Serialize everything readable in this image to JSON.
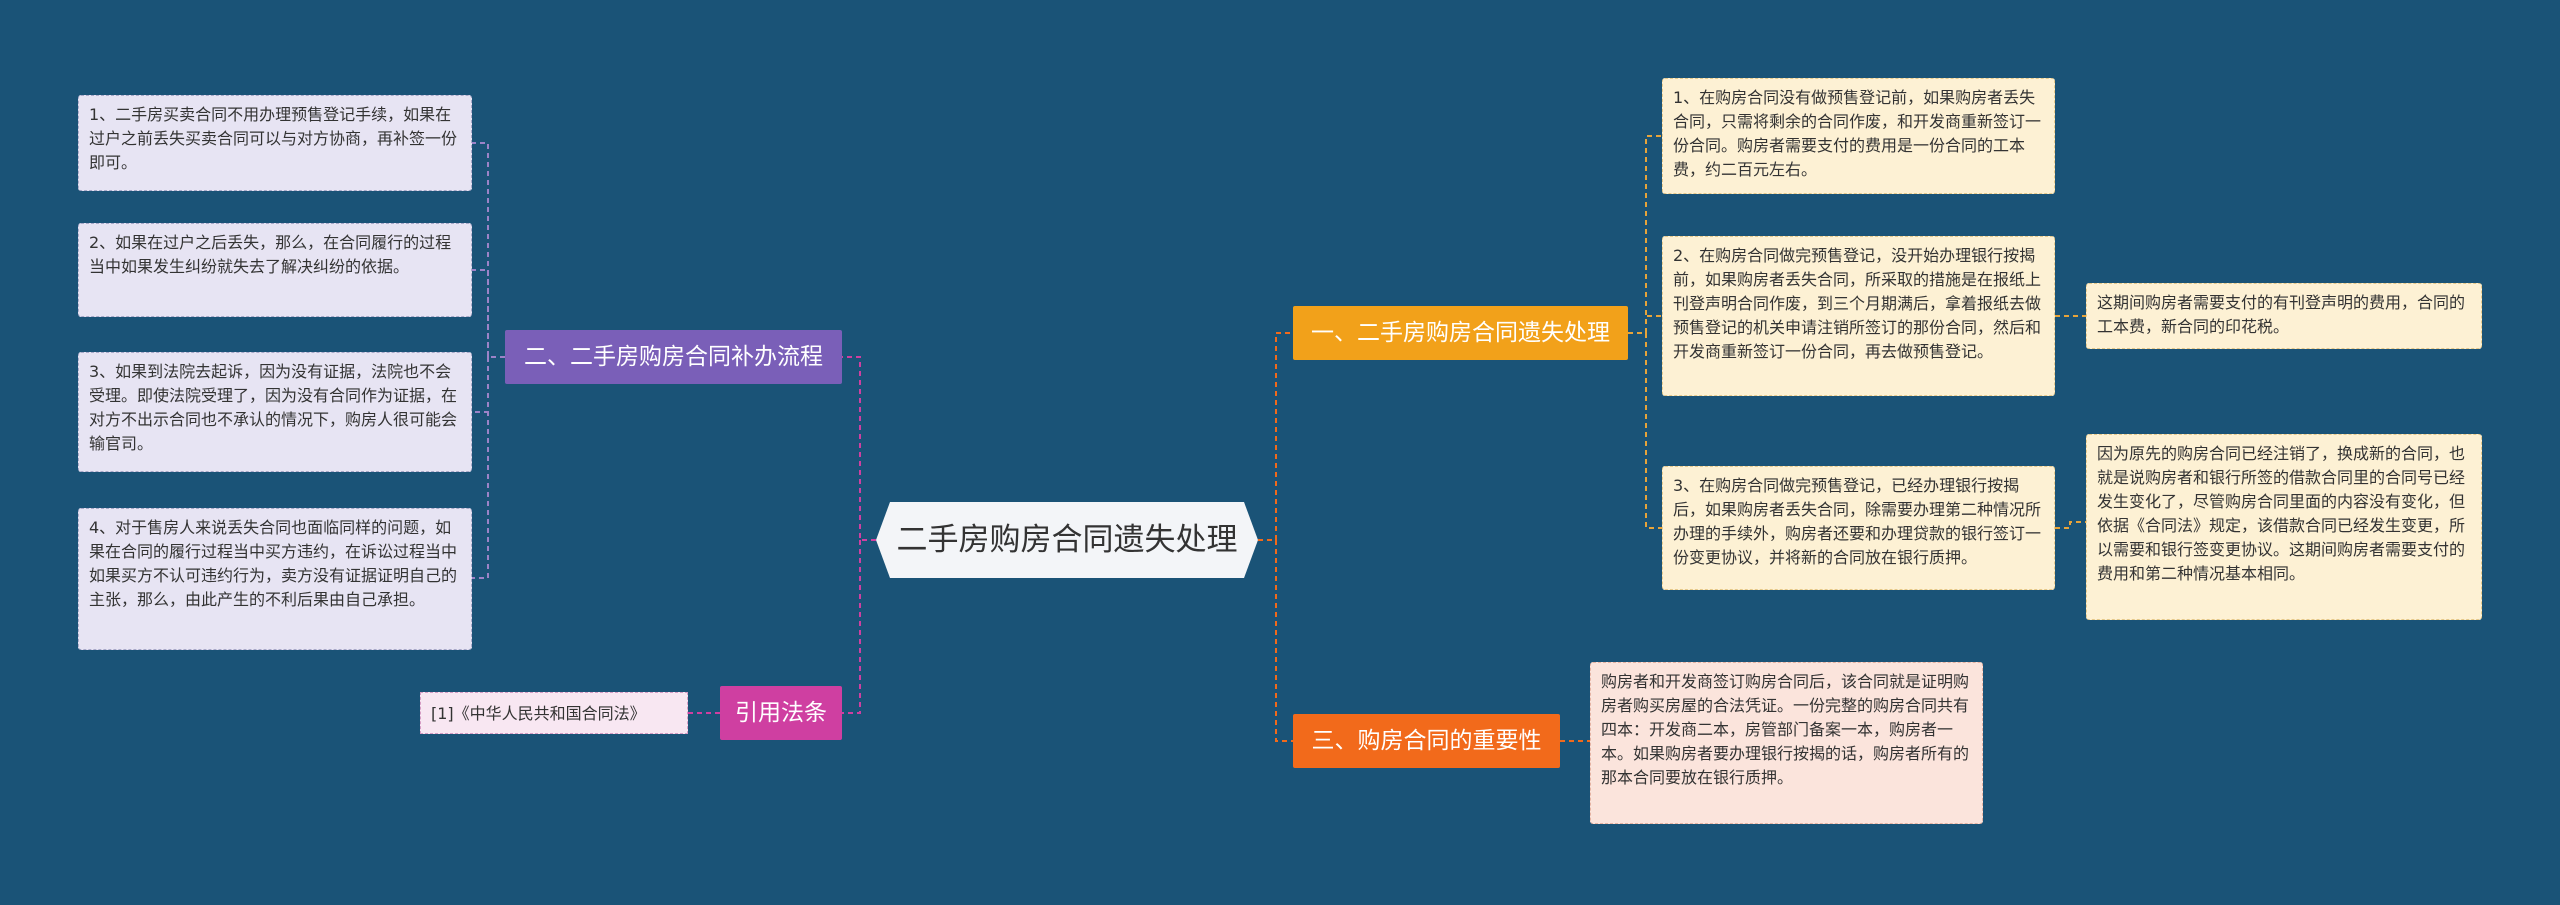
{
  "center": "二手房购房合同遗失处理",
  "branches": {
    "one": "一、二手房购房合同遗失处理",
    "two": "二、二手房购房合同补办流程",
    "three": "三、购房合同的重要性",
    "refs": "引用法条"
  },
  "left_notes": [
    "1、二手房买卖合同不用办理预售登记手续，如果在过户之前丢失买卖合同可以与对方协商，再补签一份即可。",
    "2、如果在过户之后丢失，那么，在合同履行的过程当中如果发生纠纷就失去了解决纠纷的依据。",
    "3、如果到法院去起诉，因为没有证据，法院也不会受理。即使法院受理了，因为没有合同作为证据，在对方不出示合同也不承认的情况下，购房人很可能会输官司。",
    "4、对于售房人来说丢失合同也面临同样的问题，如果在合同的履行过程当中买方违约，在诉讼过程当中如果买方不认可违约行为，卖方没有证据证明自己的主张，那么，由此产生的不利后果由自己承担。"
  ],
  "ref_item": "[1]《中华人民共和国合同法》",
  "right_notes": [
    "1、在购房合同没有做预售登记前，如果购房者丢失合同，只需将剩余的合同作废，和开发商重新签订一份合同。购房者需要支付的费用是一份合同的工本费，约二百元左右。",
    "2、在购房合同做完预售登记，没开始办理银行按揭前，如果购房者丢失合同，所采取的措施是在报纸上刊登声明合同作废，到三个月期满后，拿着报纸去做预售登记的机关申请注销所签订的那份合同，然后和开发商重新签订一份合同，再去做预售登记。",
    "3、在购房合同做完预售登记，已经办理银行按揭后，如果购房者丢失合同，除需要办理第二种情况所办理的手续外，购房者还要和办理贷款的银行签订一份变更协议，并将新的合同放在银行质押。"
  ],
  "far_right_notes": [
    "这期间购房者需要支付的有刊登声明的费用，合同的工本费，新合同的印花税。",
    "因为原先的购房合同已经注销了，换成新的合同，也就是说购房者和银行所签的借款合同里的合同号已经发生变化了，尽管购房合同里面的内容没有变化，但依据《合同法》规定，该借款合同已经发生变更，所以需要和银行签变更协议。这期间购房者需要支付的费用和第二种情况基本相同。"
  ],
  "importance_note": "购房者和开发商签订购房合同后，该合同就是证明购房者购买房屋的合法凭证。一份完整的购房合同共有四本：开发商二本，房管部门备案一本，购房者一本。如果购房者要办理银行按揭的话，购房者所有的那本合同要放在银行质押。",
  "colors": {
    "background": "#1a5377",
    "purple": "#7a5fb8",
    "pink": "#cf3fa1",
    "amber": "#f2a11a",
    "orange": "#f26a1b",
    "left_line": "#cf3fa1",
    "right_line": "#f26a1b"
  }
}
